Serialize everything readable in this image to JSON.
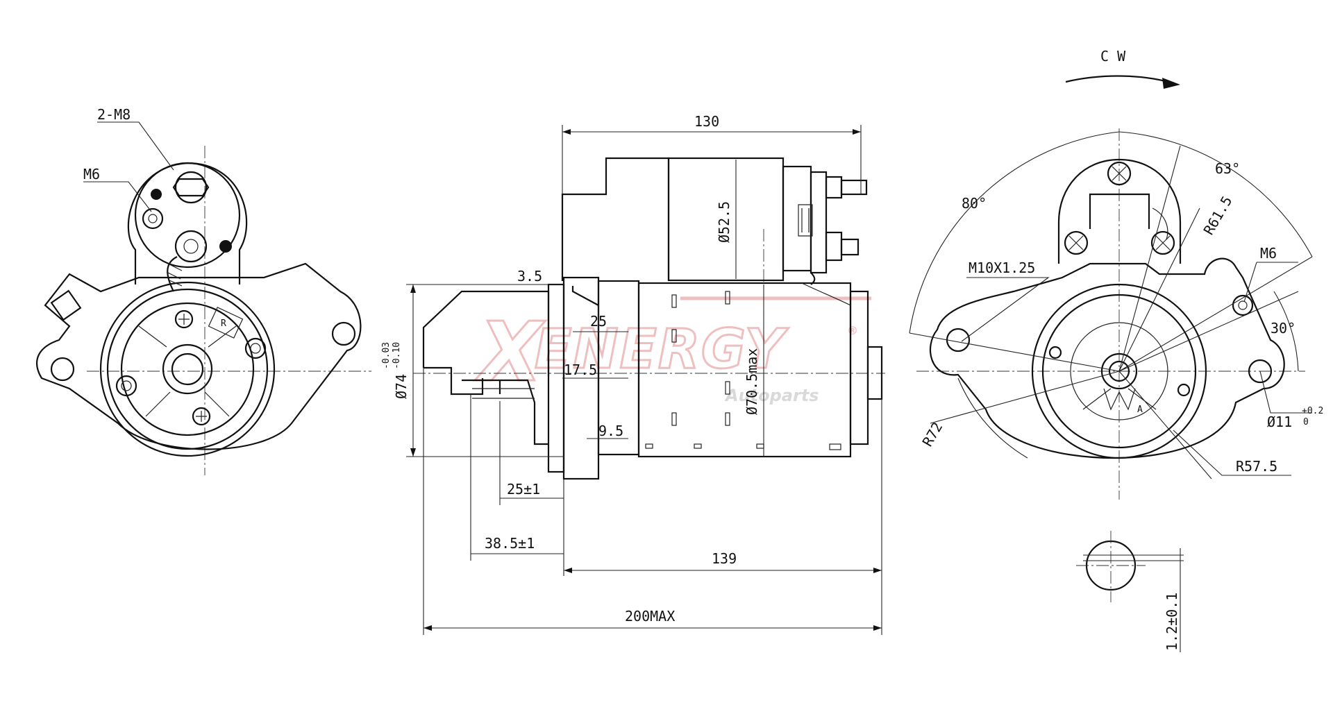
{
  "watermark": {
    "brand": "XENERGY",
    "sub": "Autoparts",
    "reg": "®",
    "color": "#e38a8a"
  },
  "rotation": {
    "label": "C W"
  },
  "left_view": {
    "label_studs": "2-M8",
    "label_nut": "M6",
    "terminal_mark": "R"
  },
  "side_view": {
    "dims": {
      "length_solenoid": "130",
      "flange": "3.5",
      "dia_solenoid": "Ø52.5",
      "step_25": "25",
      "step_17_5": "17.5",
      "step_9_5": "9.5",
      "dia_body": "Ø70.5max",
      "pilot_dia": "Ø74",
      "pilot_tol_upper": "-0.03",
      "pilot_tol_lower": "-0.10",
      "pinion_25": "25±1",
      "pinion_38_5": "38.5±1",
      "body_139": "139",
      "overall": "200MAX"
    }
  },
  "right_view": {
    "angles": {
      "a63": "63°",
      "a80": "80°",
      "a30": "30°"
    },
    "radii": {
      "r61_5": "R61.5",
      "r72": "R72",
      "r57_5": "R57.5"
    },
    "threads": {
      "m10": "M10X1.25",
      "m6": "M6"
    },
    "hole": {
      "dia": "Ø11",
      "tol_upper": "+0.2",
      "tol_lower": "0"
    },
    "pinion_mark": "A"
  },
  "detail_view": {
    "dim": "1.2±0.1"
  }
}
